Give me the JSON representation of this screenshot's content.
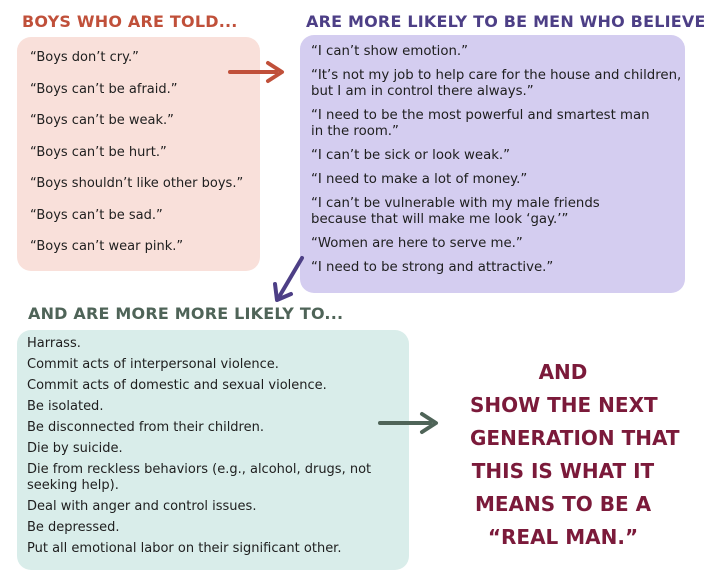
{
  "boys": {
    "heading": "Boys who are told...",
    "items": [
      "“Boys don’t cry.”",
      "“Boys can’t be afraid.”",
      "“Boys can’t be weak.”",
      "“Boys can’t be hurt.”",
      "“Boys shouldn’t like other boys.”",
      "“Boys can’t be sad.”",
      "“Boys can’t wear pink.”"
    ]
  },
  "men": {
    "heading": "Are more likely to be men who believe...",
    "items": [
      [
        "“I can’t show emotion.”"
      ],
      [
        "“It’s not my job to help care for the house and children,",
        "but I am in control there always.”"
      ],
      [
        "“I need to be the most powerful and smartest man",
        "in the room.”"
      ],
      [
        "“I can’t be sick or look weak.”"
      ],
      [
        "“I need to make a lot of money.”"
      ],
      [
        "“I can’t be vulnerable with my male friends",
        "because that will make me look ‘gay.’”"
      ],
      [
        "“Women are here to serve me.”"
      ],
      [
        "“I need to be strong and attractive.”"
      ]
    ]
  },
  "outcomes": {
    "heading": "And are more more likely to...",
    "items": [
      [
        "Harrass."
      ],
      [
        "Commit acts of interpersonal violence."
      ],
      [
        "Commit acts of domestic and sexual violence."
      ],
      [
        "Be isolated."
      ],
      [
        "Be disconnected from their children."
      ],
      [
        "Die by suicide."
      ],
      [
        "Die from reckless behaviors (e.g., alcohol, drugs, not",
        "seeking help)."
      ],
      [
        "Deal with anger and control issues."
      ],
      [
        "Be depressed."
      ],
      [
        "Put all emotional labor on their significant other."
      ]
    ]
  },
  "conclusion": {
    "lines": [
      "And",
      "show the next",
      "generation that",
      "this is what it",
      "means to be a",
      "“real man.”"
    ]
  },
  "colors": {
    "arrow_red": "#c0503a",
    "arrow_purple": "#4d3f86",
    "arrow_teal": "#4f6458"
  }
}
